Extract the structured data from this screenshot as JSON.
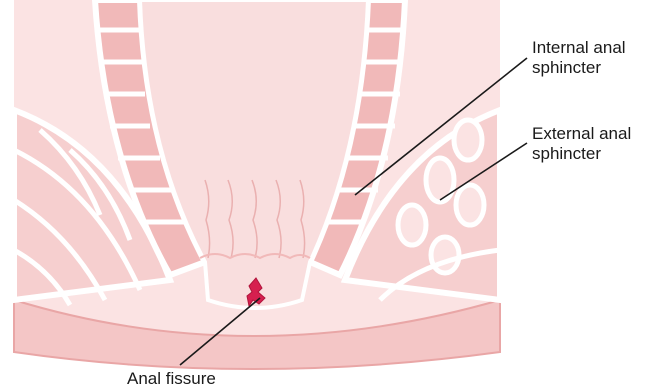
{
  "labels": {
    "internal_sphincter": [
      "Internal anal",
      "sphincter"
    ],
    "external_sphincter": [
      "External anal",
      "sphincter"
    ],
    "fissure": "Anal fissure"
  },
  "colors": {
    "tissue_light": "#fbe3e3",
    "tissue_mid": "#f6cfcf",
    "tissue_dark": "#f1b9b9",
    "outline": "#e9a6a6",
    "white": "#ffffff",
    "fissure": "#d6204f",
    "leader_line": "#1a1a1a"
  }
}
